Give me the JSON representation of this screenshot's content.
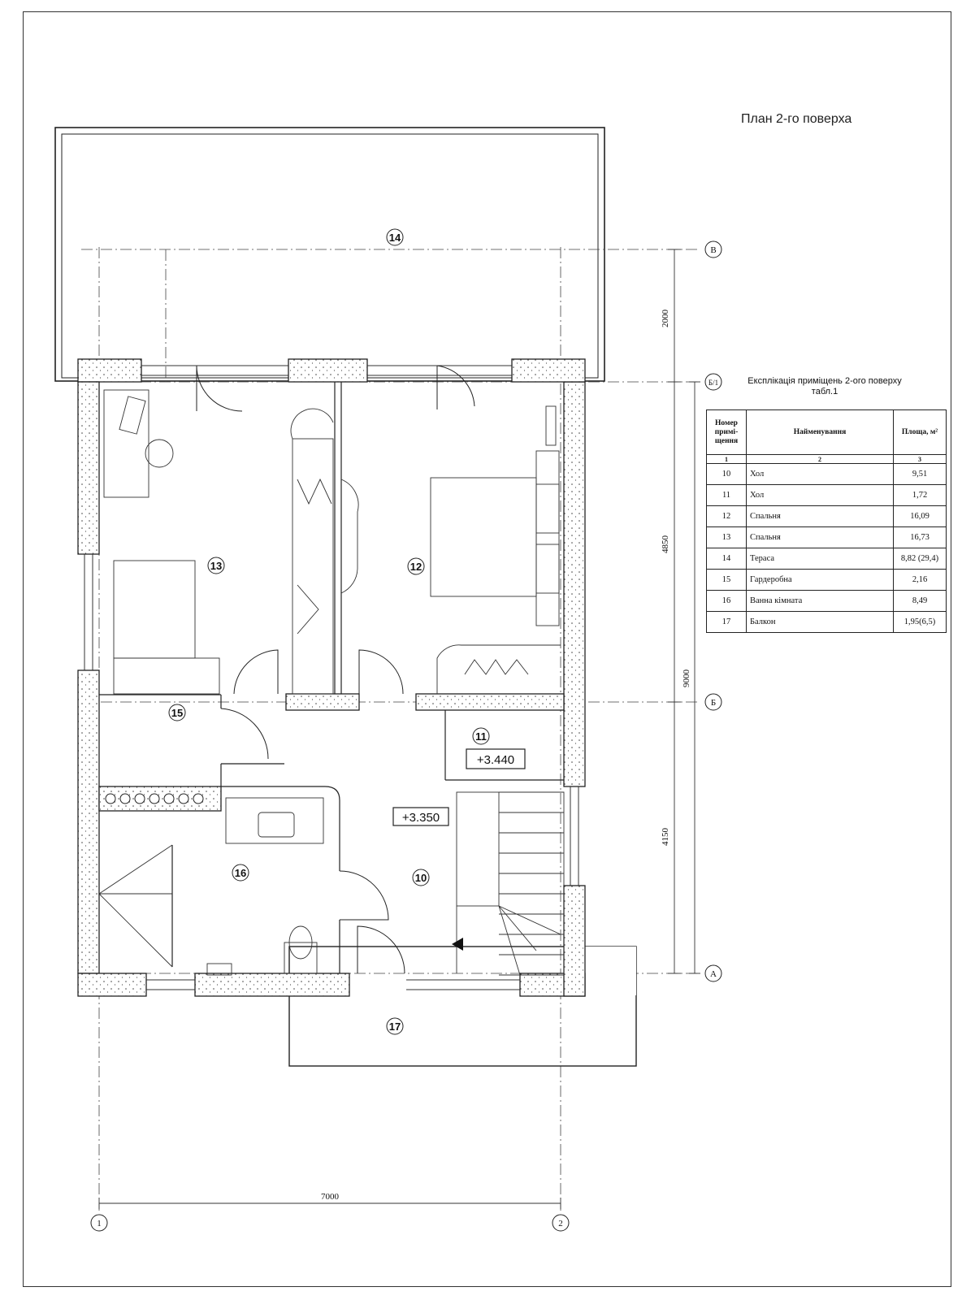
{
  "plan": {
    "title": "План 2-го поверха",
    "levels": {
      "hall": "+3.350",
      "small_hall": "+3.440"
    },
    "rooms": [
      "14",
      "13",
      "12",
      "15",
      "11",
      "16",
      "10",
      "17"
    ],
    "dims": {
      "d2000": "2000",
      "d4850": "4850",
      "d9000": "9000",
      "d4150": "4150",
      "d7000": "7000"
    },
    "axes": {
      "a1": "1",
      "a2": "2",
      "aA": "А",
      "aB": "Б",
      "aB1": "Б/1",
      "aV": "В"
    }
  },
  "explication": {
    "title_line1": "Експлікація приміщень 2-ого поверху",
    "title_line2": "табл.1",
    "headers": [
      "Номер примі-щення",
      "Найменування",
      "Площа, м²"
    ],
    "header_index": [
      "1",
      "2",
      "3"
    ],
    "rows": [
      {
        "num": "10",
        "name": "Хол",
        "area": "9,51"
      },
      {
        "num": "11",
        "name": "Хол",
        "area": "1,72"
      },
      {
        "num": "12",
        "name": "Спальня",
        "area": "16,09"
      },
      {
        "num": "13",
        "name": "Спальня",
        "area": "16,73"
      },
      {
        "num": "14",
        "name": "Тераса",
        "area": "8,82 (29,4)"
      },
      {
        "num": "15",
        "name": "Гардеробна",
        "area": "2,16"
      },
      {
        "num": "16",
        "name": "Ванна кімната",
        "area": "8,49"
      },
      {
        "num": "17",
        "name": "Балкон",
        "area": "1,95(6,5)"
      }
    ]
  }
}
